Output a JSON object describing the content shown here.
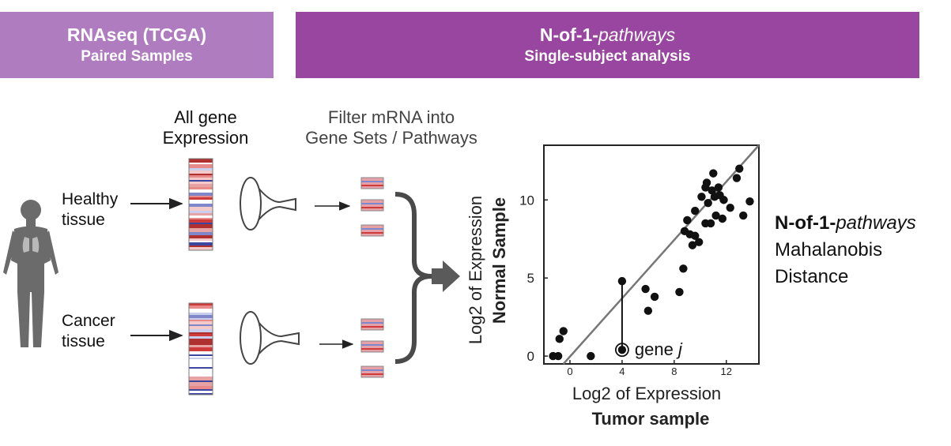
{
  "banners": {
    "left": {
      "title": "RNAseq (TCGA)",
      "subtitle": "Paired Samples"
    },
    "right": {
      "title_main": "N-of-1-",
      "title_italic": "pathways",
      "subtitle": "Single-subject analysis"
    }
  },
  "labels": {
    "all_gene_1": "All gene",
    "all_gene_2": "Expression",
    "filter_1": "Filter mRNA into",
    "filter_2": "Gene Sets / Pathways",
    "healthy_1": "Healthy",
    "healthy_2": "tissue",
    "cancer_1": "Cancer",
    "cancer_2": "tissue"
  },
  "result": {
    "title_main": "N-of-1-",
    "title_italic": "pathways",
    "line1": "Mahalanobis",
    "line2": "Distance"
  },
  "colors": {
    "banner_left": "#b07cc0",
    "banner_right": "#98469f",
    "heat_red": "#d23c3c",
    "heat_blue": "#3c46a0",
    "arrow_gray": "#666666"
  },
  "chart_data": {
    "type": "scatter",
    "xlabel": "Log2 of Expression",
    "xlabel_bold": "Tumor sample",
    "ylabel": "Log2 of Expression",
    "ylabel_bold": "Normal Sample",
    "xlim": [
      -2,
      14.5
    ],
    "ylim": [
      -0.5,
      13.5
    ],
    "x_ticks": [
      "0",
      "4",
      "8",
      "12"
    ],
    "x_tick_values": [
      0,
      4,
      8,
      12
    ],
    "y_ticks": [
      "0",
      "5",
      "10"
    ],
    "y_tick_values": [
      0,
      5,
      10
    ],
    "diagonal": "identity line y = x",
    "annotation": {
      "label": "gene",
      "label_italic": "j",
      "x": 4.0,
      "y_low": 0.4,
      "y_high": 4.8
    },
    "points": [
      {
        "x": -1.3,
        "y": 0.0
      },
      {
        "x": -0.9,
        "y": 0.0
      },
      {
        "x": -0.8,
        "y": 1.1
      },
      {
        "x": -0.5,
        "y": 1.6
      },
      {
        "x": 1.6,
        "y": 0.0
      },
      {
        "x": 4.0,
        "y": 0.4
      },
      {
        "x": 4.0,
        "y": 4.8
      },
      {
        "x": 5.8,
        "y": 4.3
      },
      {
        "x": 6.0,
        "y": 2.9
      },
      {
        "x": 6.5,
        "y": 3.8
      },
      {
        "x": 8.4,
        "y": 4.1
      },
      {
        "x": 8.7,
        "y": 5.6
      },
      {
        "x": 8.8,
        "y": 8.0
      },
      {
        "x": 9.0,
        "y": 8.7
      },
      {
        "x": 9.2,
        "y": 7.8
      },
      {
        "x": 9.4,
        "y": 7.1
      },
      {
        "x": 9.6,
        "y": 7.7
      },
      {
        "x": 9.6,
        "y": 9.3
      },
      {
        "x": 9.9,
        "y": 7.3
      },
      {
        "x": 10.1,
        "y": 10.2
      },
      {
        "x": 10.4,
        "y": 8.5
      },
      {
        "x": 10.4,
        "y": 10.8
      },
      {
        "x": 10.5,
        "y": 11.1
      },
      {
        "x": 10.6,
        "y": 9.8
      },
      {
        "x": 10.8,
        "y": 8.5
      },
      {
        "x": 10.9,
        "y": 10.6
      },
      {
        "x": 11.0,
        "y": 11.7
      },
      {
        "x": 11.1,
        "y": 10.2
      },
      {
        "x": 11.2,
        "y": 9.0
      },
      {
        "x": 11.4,
        "y": 10.8
      },
      {
        "x": 11.5,
        "y": 10.3
      },
      {
        "x": 11.7,
        "y": 8.8
      },
      {
        "x": 11.8,
        "y": 10.0
      },
      {
        "x": 12.3,
        "y": 9.5
      },
      {
        "x": 12.8,
        "y": 11.4
      },
      {
        "x": 13.0,
        "y": 12.0
      },
      {
        "x": 13.3,
        "y": 9.0
      },
      {
        "x": 13.8,
        "y": 9.9
      }
    ]
  }
}
